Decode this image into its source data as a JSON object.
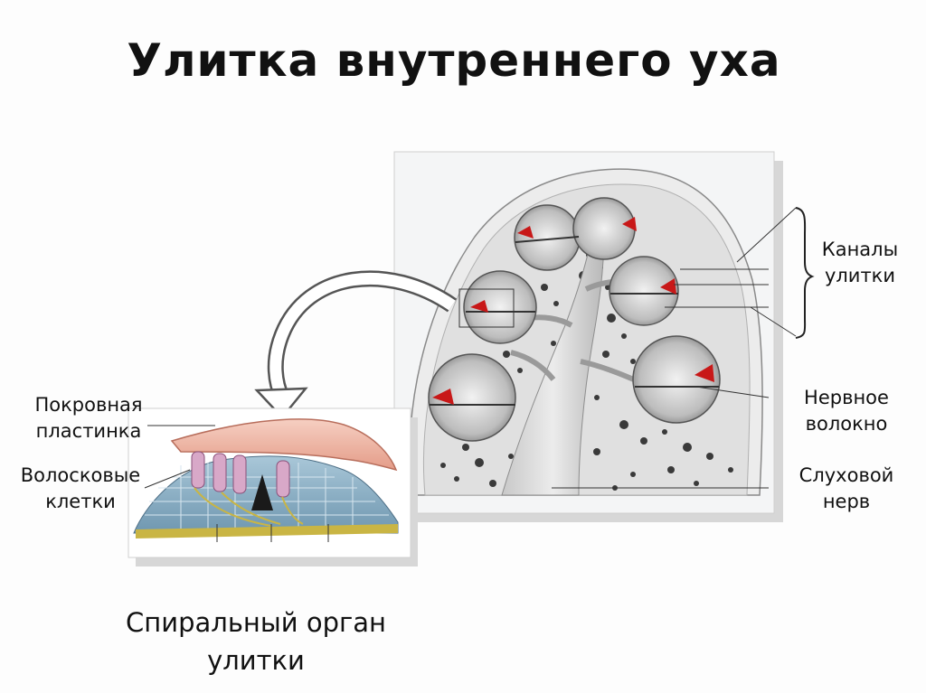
{
  "title": "Улитка внутреннего уха",
  "labels": {
    "pokrovnaya": "Покровная пластинка",
    "voloskovye": "Волосковые клетки",
    "kanaly": "Каналы улитки",
    "nervnoe": "Нервное волокно",
    "sluhovoy": "Слуховой нерв"
  },
  "caption": "Спиральный орган улитки",
  "colors": {
    "accent_red": "#c81818",
    "membrane": "#f0b8a8",
    "cells_blue": "#8fb3c8",
    "nerve_yellow": "#c9b544"
  }
}
